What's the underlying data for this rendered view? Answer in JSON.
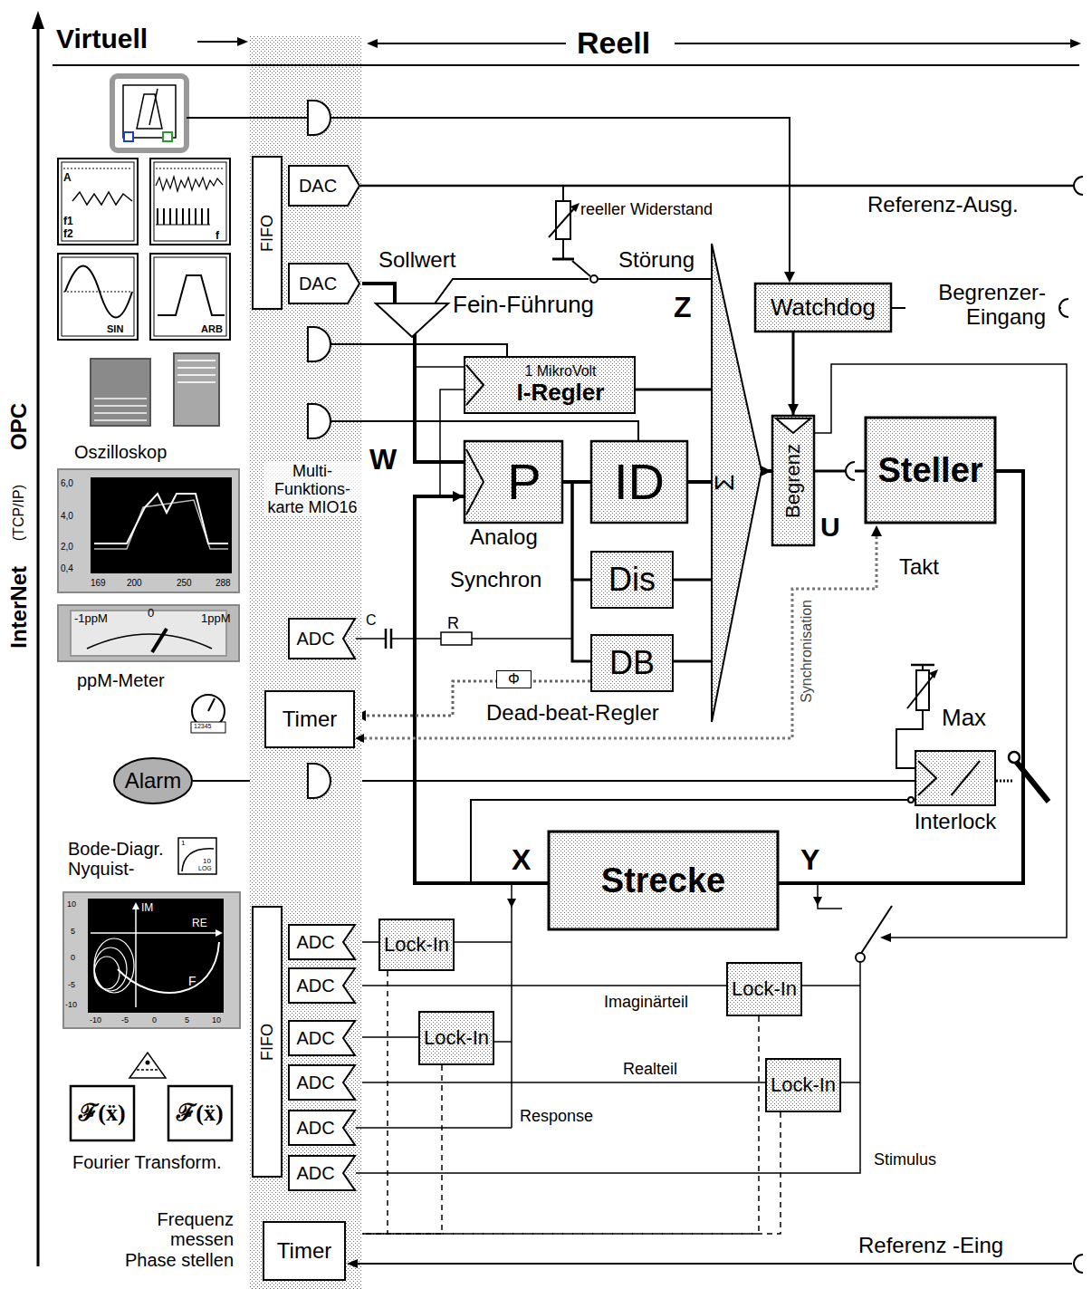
{
  "diagram": {
    "nodes": [
      {
        "text": [
          "FIFO"
        ]
      },
      {
        "text": [
          "DAC"
        ]
      },
      {
        "text": [
          "DAC"
        ]
      },
      {
        "text": [
          "Watchdog"
        ]
      },
      {
        "text": [
          "1 MikroVolt",
          "I-Regler"
        ]
      },
      {
        "text": [
          "P"
        ]
      },
      {
        "text": [
          "ID"
        ]
      },
      {
        "text": [
          "Σ"
        ]
      },
      {
        "text": [
          "Begrenz"
        ]
      },
      {
        "text": [
          "Steller"
        ]
      },
      {
        "text": [
          "Dis"
        ]
      },
      {
        "text": [
          "ADC"
        ]
      },
      {
        "text": [
          "DB"
        ]
      },
      {
        "text": [
          "Timer"
        ]
      },
      {
        "text": [
          "Alarm"
        ]
      },
      {
        "text": [
          "Interlock"
        ]
      },
      {
        "text": [
          "Strecke"
        ]
      },
      {
        "text": [
          "FIFO"
        ]
      },
      {
        "text": [
          "ADC"
        ]
      },
      {
        "text": [
          "ADC"
        ]
      },
      {
        "text": [
          "ADC"
        ]
      },
      {
        "text": [
          "ADC"
        ]
      },
      {
        "text": [
          "ADC"
        ]
      },
      {
        "text": [
          "ADC"
        ]
      },
      {
        "text": [
          "Lock-In"
        ]
      },
      {
        "text": [
          "Lock-In"
        ]
      },
      {
        "text": [
          "Lock-In"
        ]
      },
      {
        "text": [
          "Lock-In"
        ]
      },
      {
        "text": [
          "ℱ(ẍ)"
        ]
      },
      {
        "text": [
          "ℱ(ẍ)"
        ]
      },
      {
        "text": [
          "Timer"
        ]
      }
    ],
    "edges": [
      {
        "from": 2,
        "to": 5,
        "arrow": "none"
      },
      {
        "from": 5,
        "to": 6,
        "arrow": "none"
      },
      {
        "from": 5,
        "to": 10,
        "arrow": "none"
      },
      {
        "from": 5,
        "to": 12,
        "arrow": "none"
      },
      {
        "from": 6,
        "to": 7,
        "arrow": "none"
      },
      {
        "from": 10,
        "to": 7,
        "arrow": "none"
      },
      {
        "from": 12,
        "to": 7,
        "arrow": "none"
      },
      {
        "from": 4,
        "to": 7,
        "arrow": "none"
      },
      {
        "from": 7,
        "to": 8,
        "arrow": "to"
      },
      {
        "from": 3,
        "to": 8,
        "arrow": "to"
      },
      {
        "from": 8,
        "to": 9,
        "arrow": "none"
      },
      {
        "from": 9,
        "to": 16,
        "arrow": "none"
      },
      {
        "from": 16,
        "to": 5,
        "arrow": "to"
      },
      {
        "from": 15,
        "to": 14,
        "arrow": "none"
      },
      {
        "from": 12,
        "to": 13,
        "arrow": "to",
        "label": "Φ"
      },
      {
        "from": 24,
        "to": 18,
        "arrow": "none"
      },
      {
        "from": 25,
        "to": 19,
        "arrow": "none",
        "label": "Imaginärteil"
      },
      {
        "from": 26,
        "to": 20,
        "arrow": "none"
      },
      {
        "from": 27,
        "to": 21,
        "arrow": "none",
        "label": "Realteil"
      },
      {
        "from": 24,
        "to": 30,
        "arrow": "to"
      },
      {
        "from": 25,
        "to": 30,
        "arrow": "to"
      },
      {
        "from": 26,
        "to": 30,
        "arrow": "to"
      },
      {
        "from": 27,
        "to": 30,
        "arrow": "to"
      }
    ],
    "labels": [
      "Virtuell",
      "Reell",
      "InterNet",
      "(TCP/IP)",
      "OPC",
      "Referenz-Ausg.",
      "reeller Widerstand",
      "Sollwert",
      "Störung",
      "Fein-Führung",
      "Z",
      "Begrenzer-Eingang",
      "Multi-Funktions-karte MIO16",
      "W",
      "Analog",
      "Synchron",
      "U",
      "Takt",
      "Synchronisation",
      "C",
      "R",
      "Dead-beat-Regler",
      "Max",
      "Oszilloskop",
      "ppM-Meter",
      "X",
      "Y",
      "Bode-Diagr. Nyquist-",
      "Response",
      "Stimulus",
      "Fourier Transform.",
      "Frequenz messen Phase stellen",
      "Referenz -Eing",
      "A",
      "f1",
      "f2",
      "f",
      "SIN",
      "ARB",
      "6,0",
      "4,0",
      "2,0",
      "0,4",
      "169",
      "200",
      "250",
      "288",
      "-1ppM",
      "0",
      "1ppM",
      "10",
      "5",
      "0",
      "-5",
      "-10",
      "-10",
      "-5",
      "0",
      "5",
      "10",
      "IM",
      "RE",
      "F",
      "1",
      "10",
      "LOG",
      "12345"
    ]
  }
}
